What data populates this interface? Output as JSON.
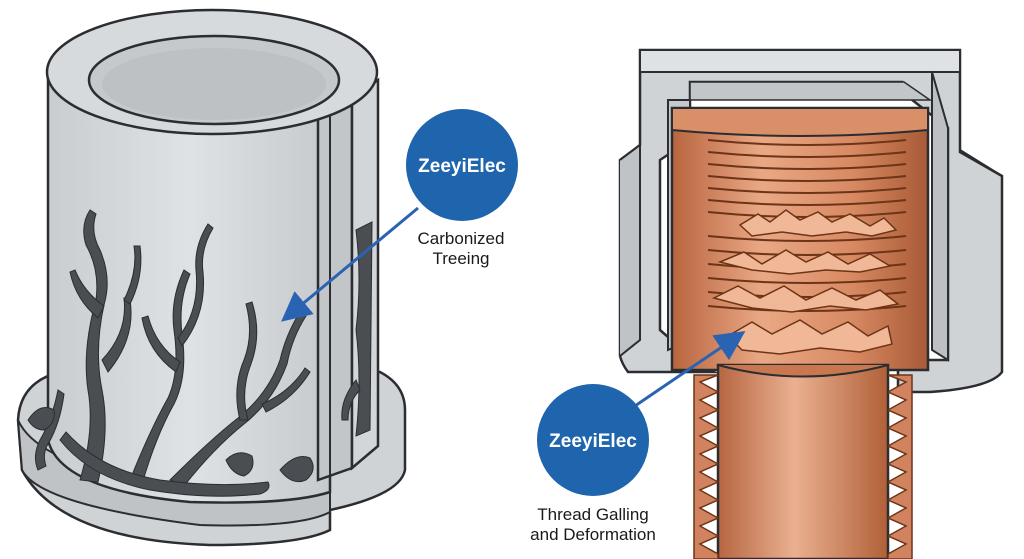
{
  "callouts": [
    {
      "badge": "ZeeyiElec",
      "label_lines": [
        "Carbonized",
        "Treeing"
      ]
    },
    {
      "badge": "ZeeyiElec",
      "label_lines": [
        "Thread Galling",
        "and Deformation"
      ]
    }
  ],
  "colors": {
    "badge_fill": "#1f65ad",
    "arrow": "#2b63b3",
    "insulator_fill": "#d6d9dc",
    "insulator_inner": "#c4c8cb",
    "outline": "#2b2d31",
    "treeing": "#4a4e53",
    "copper_light": "#e7a27f",
    "copper_mid": "#d0835e",
    "copper_dark": "#a85a36"
  }
}
